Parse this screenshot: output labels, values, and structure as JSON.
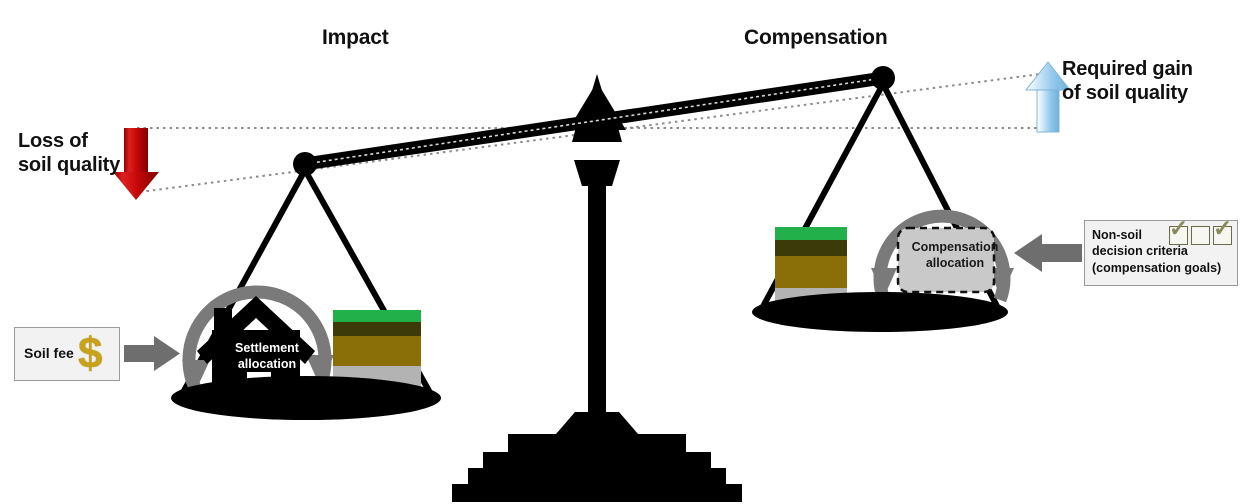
{
  "titles": {
    "left": "Impact",
    "right": "Compensation"
  },
  "indicators": {
    "loss": {
      "label": "Loss of\nsoil quality",
      "arrow_direction": "down",
      "arrow_color": "#d61010",
      "icon": "down-arrow-icon"
    },
    "gain": {
      "label": "Required gain\nof soil quality",
      "arrow_direction": "up",
      "arrow_color": "#a8d4f0",
      "icon": "up-arrow-icon"
    }
  },
  "inputs": {
    "soil_fee": {
      "label": "Soil fee",
      "symbol": "$",
      "symbol_color": "#c8a21a",
      "arrow_color": "#6e6e6e"
    },
    "non_soil_criteria": {
      "label": "Non-soil\ndecision criteria\n(compensation goals)",
      "checkboxes": [
        true,
        false,
        true
      ],
      "check_color": "#8a8a5c",
      "arrow_color": "#6e6e6e"
    }
  },
  "allocations": {
    "left": {
      "label": "Settlement\nallocation",
      "icon": "house-icon",
      "cycle_icon": "circular-arrow-icon",
      "cycle_color": "#7a7a7a"
    },
    "right": {
      "label": "Compensation\nallocation",
      "icon": "dashed-box-icon",
      "cycle_icon": "circular-arrow-icon",
      "cycle_color": "#7a7a7a",
      "box_fill": "#c9c9c9"
    }
  },
  "soil_profile": {
    "layers": [
      {
        "name": "vegetation",
        "color": "#22b04b"
      },
      {
        "name": "organic-topsoil",
        "color": "#3c3a09"
      },
      {
        "name": "subsoil",
        "color": "#8a6e08"
      },
      {
        "name": "parent-material",
        "color": "#b3b3b3"
      }
    ]
  },
  "balance": {
    "beam_color": "#000000",
    "pan_color": "#000000",
    "fulcrum_color": "#000000",
    "reference_line_color": "#8c8c8c",
    "tilt": "left-pan-down"
  }
}
